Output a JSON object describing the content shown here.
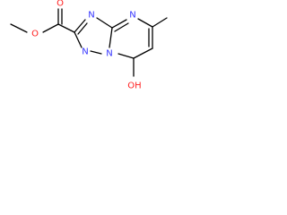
{
  "molecule": {
    "atoms": {
      "ring_n_top": "N",
      "ring_n_right": "N",
      "ring_n_bridge": "N",
      "ring_n_left": "N",
      "hydroxyl": "OH",
      "ester_o_single": "O",
      "ester_o_double": "O"
    },
    "colors": {
      "nitrogen": "#3333ff",
      "oxygen": "#ff2020",
      "bond": "#000000"
    }
  }
}
